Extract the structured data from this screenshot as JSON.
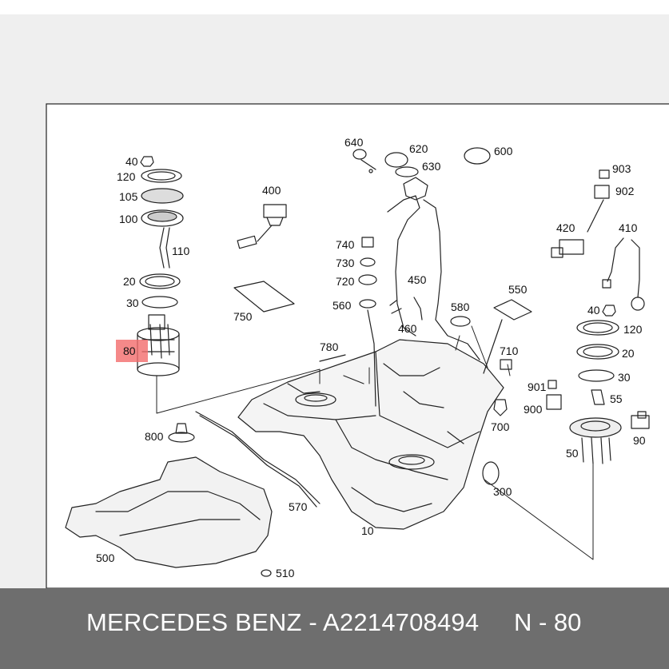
{
  "diagram": {
    "highlight_color": "#f26b6b",
    "highlighted_part": "80",
    "labels": {
      "p40a": "40",
      "p120a": "120",
      "p105": "105",
      "p100": "100",
      "p110": "110",
      "p20a": "20",
      "p30a": "30",
      "p80": "80",
      "p400": "400",
      "p750": "750",
      "p640": "640",
      "p620": "620",
      "p630": "630",
      "p600": "600",
      "p740": "740",
      "p730": "730",
      "p720": "720",
      "p560": "560",
      "p450": "450",
      "p460": "460",
      "p580": "580",
      "p550": "550",
      "p780": "780",
      "p710": "710",
      "p903": "903",
      "p902": "902",
      "p420": "420",
      "p410": "410",
      "p40b": "40",
      "p120b": "120",
      "p20b": "20",
      "p30b": "30",
      "p901": "901",
      "p900": "900",
      "p55": "55",
      "p700": "700",
      "p90": "90",
      "p50": "50",
      "p800": "800",
      "p570": "570",
      "p300": "300",
      "p500": "500",
      "p10": "10",
      "p510": "510"
    }
  },
  "footer": {
    "text": "MERCEDES BENZ - A2214708494",
    "tag": "N - 80"
  }
}
